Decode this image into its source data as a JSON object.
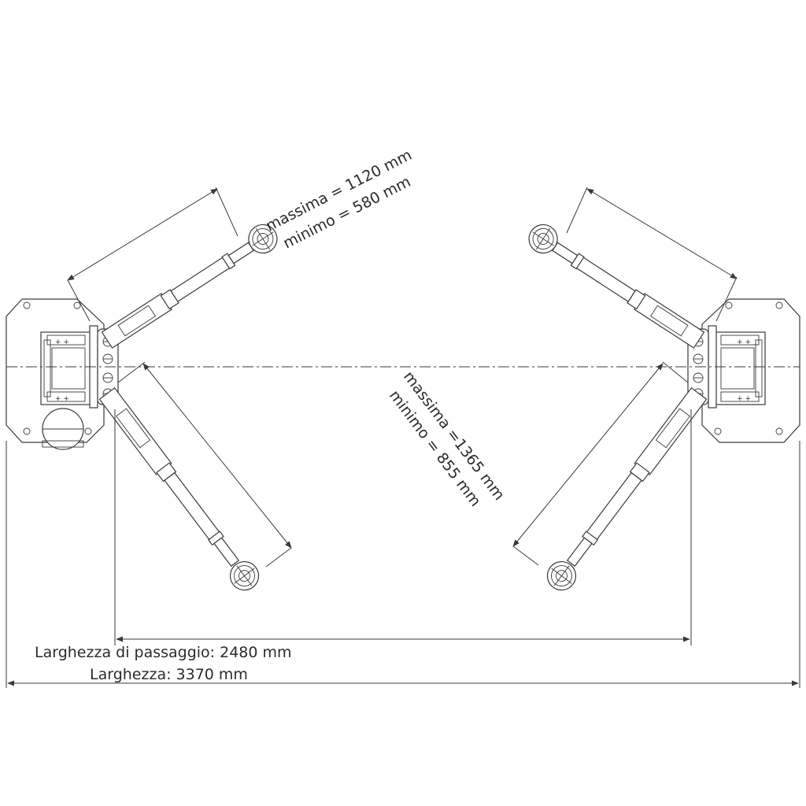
{
  "diagram": {
    "short_arm_label_max": "massima = 1120 mm",
    "short_arm_label_min": "minimo = 580 mm",
    "long_arm_label_max": "massima =1365 mm",
    "long_arm_label_min": "minimo = 855 mm",
    "drive_through_width": "Larghezza di passaggio: 2480 mm",
    "overall_width": "Larghezza: 3370 mm",
    "line_color": "#3a3a3a",
    "text_color": "#2b2b2b"
  }
}
